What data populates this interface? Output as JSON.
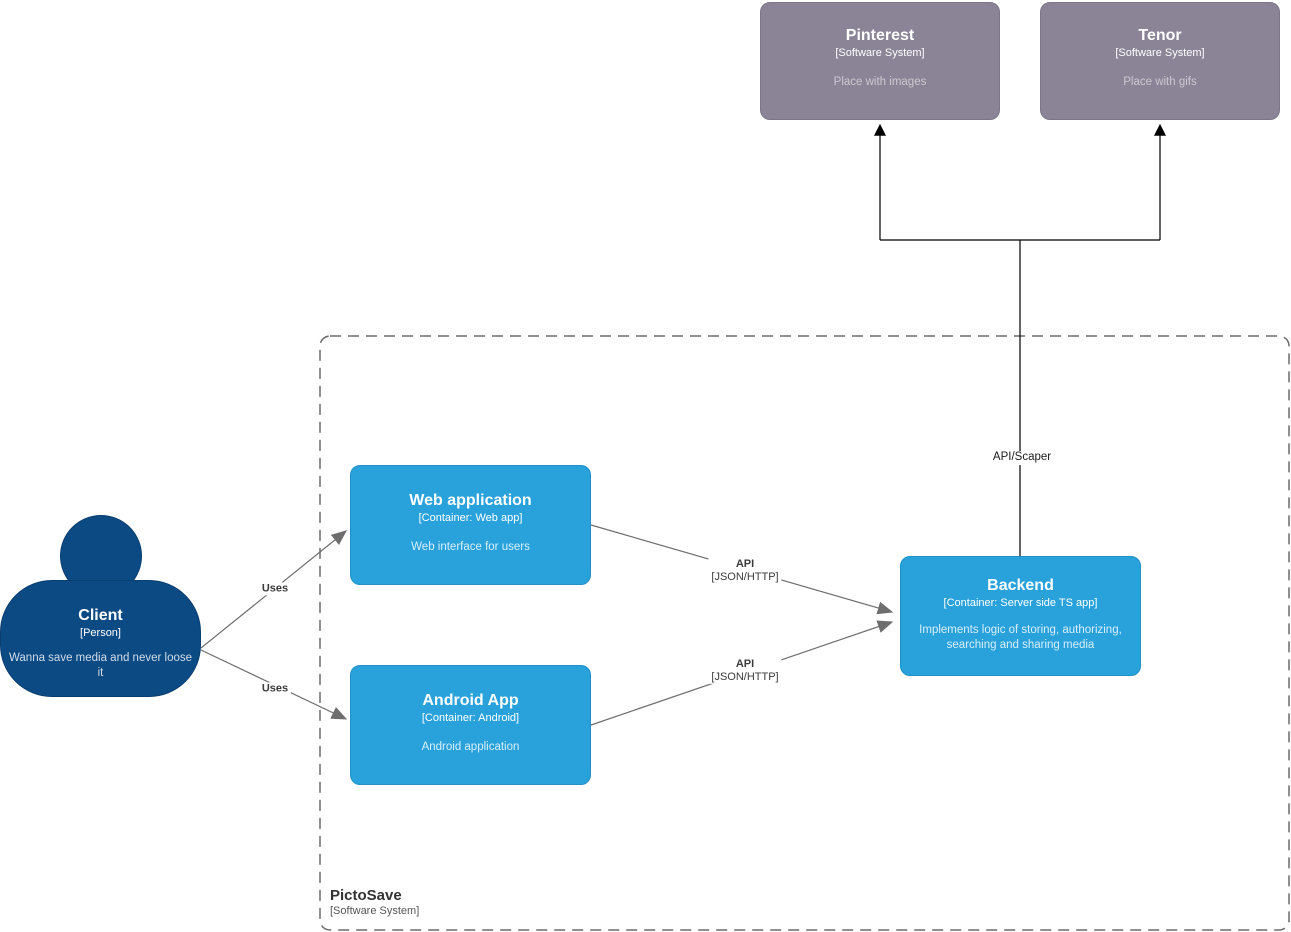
{
  "diagram": {
    "type": "c4-container-diagram",
    "person": {
      "name": "Client",
      "meta": "[Person]",
      "description": "Wanna save media and never loose it"
    },
    "external_systems": [
      {
        "name": "Pinterest",
        "meta": "[Software System]",
        "description": "Place with images"
      },
      {
        "name": "Tenor",
        "meta": "[Software System]",
        "description": "Place with gifs"
      }
    ],
    "boundary": {
      "name": "PictoSave",
      "meta": "[Software System]"
    },
    "containers": [
      {
        "name": "Web application",
        "meta": "[Container: Web app]",
        "description": "Web interface for users"
      },
      {
        "name": "Android App",
        "meta": "[Container: Android]",
        "description": "Android application"
      },
      {
        "name": "Backend",
        "meta": "[Container: Server side TS app]",
        "description": "Implements logic of storing, authorizing, searching and sharing media"
      }
    ],
    "relationships": [
      {
        "label": "Uses",
        "from": "Client",
        "to": "Web application"
      },
      {
        "label": "Uses",
        "from": "Client",
        "to": "Android App"
      },
      {
        "label": "API",
        "tech": "[JSON/HTTP]",
        "from": "Web application",
        "to": "Backend"
      },
      {
        "label": "API",
        "tech": "[JSON/HTTP]",
        "from": "Android App",
        "to": "Backend"
      },
      {
        "label": "API/Scaper",
        "from": "Backend",
        "to": "Pinterest, Tenor"
      }
    ],
    "colors": {
      "person_fill": "#0C4A84",
      "container_fill": "#29A2DC",
      "external_fill": "#8B8496",
      "gray_edge": "#6E6E6E",
      "black_edge": "#000000",
      "boundary_dash": "#6B6B6B",
      "background": "#FFFFFF"
    }
  }
}
